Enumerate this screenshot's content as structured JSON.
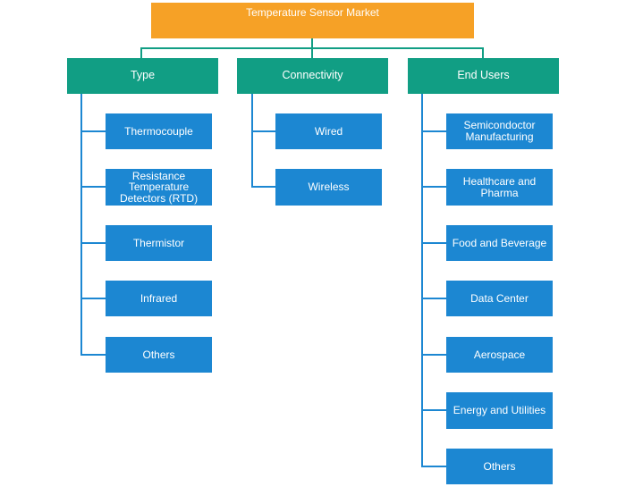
{
  "title": "Temperature Sensor Market",
  "categories": [
    {
      "label": "Type",
      "items": [
        "Thermocouple",
        "Resistance Temperature Detectors (RTD)",
        "Thermistor",
        "Infrared",
        "Others"
      ]
    },
    {
      "label": "Connectivity",
      "items": [
        "Wired",
        "Wireless"
      ]
    },
    {
      "label": "End Users",
      "items": [
        "Semicondoctor Manufacturing",
        "Healthcare and Pharma",
        "Food and Beverage",
        "Data Center",
        "Aerospace",
        "Energy and Utilities",
        "Others"
      ]
    }
  ],
  "colors": {
    "root": "#f6a126",
    "category": "#119e84",
    "leaf": "#1c87d2",
    "connector_top": "#119e84",
    "connector_leaf": "#1c87d2"
  }
}
